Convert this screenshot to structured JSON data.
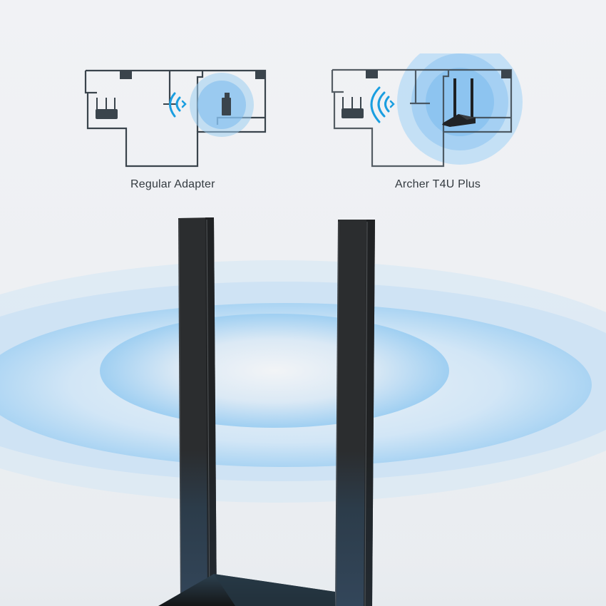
{
  "comparison": {
    "left": {
      "label": "Regular Adapter",
      "icons": [
        "floorplan",
        "router-icon",
        "weak-wifi-signal-icon",
        "usb-adapter-icon",
        "small-coverage-circle"
      ]
    },
    "right": {
      "label": "Archer T4U Plus",
      "icons": [
        "floorplan",
        "router-icon",
        "strong-wifi-signal-icon",
        "dual-antenna-adapter-icon",
        "large-coverage-circle"
      ]
    }
  },
  "colors": {
    "background": "#f0f1f4",
    "wall": "#3a444c",
    "signal_blue": "#1a9ee0",
    "coverage_blue": "#8cc8f0",
    "antenna": "#2a2d30",
    "text": "#333a40"
  }
}
